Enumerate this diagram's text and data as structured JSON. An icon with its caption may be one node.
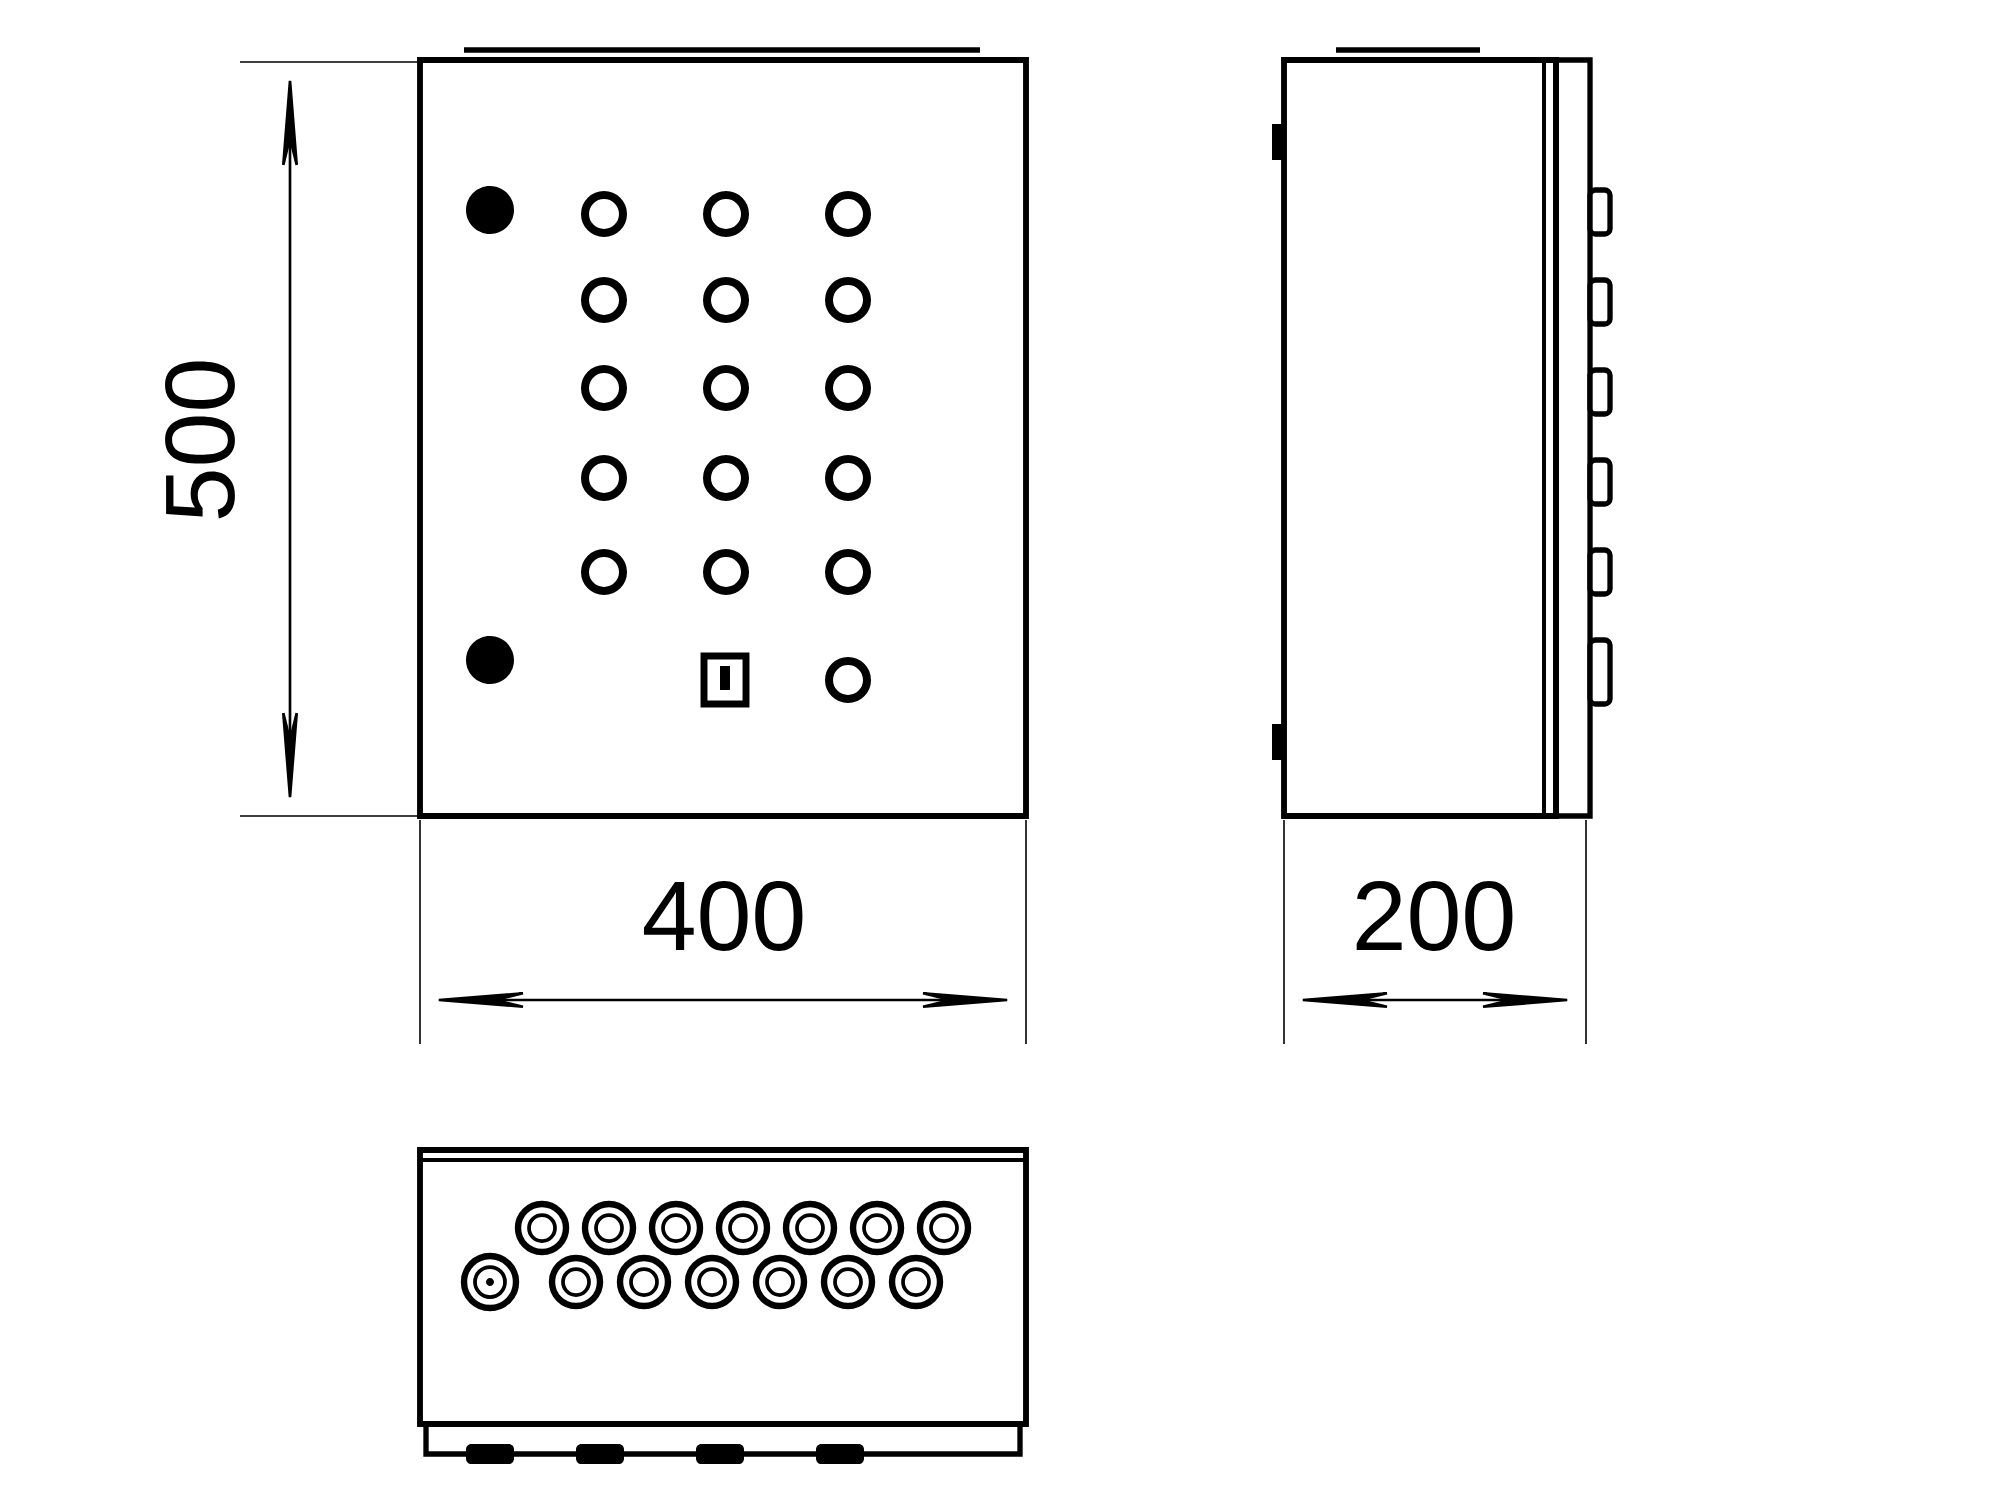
{
  "diagram": {
    "labels": [
      "500",
      "400",
      "200"
    ]
  }
}
